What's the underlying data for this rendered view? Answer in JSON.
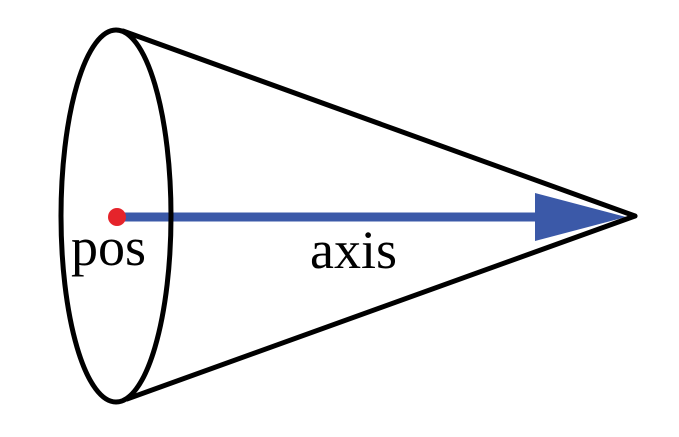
{
  "diagram": {
    "type": "cone-schematic",
    "labels": {
      "position": "pos",
      "axis": "axis"
    },
    "colors": {
      "outline": "#000000",
      "axis_arrow": "#3B59A8",
      "position_dot": "#E5242B",
      "background": "#FFFFFF"
    }
  }
}
